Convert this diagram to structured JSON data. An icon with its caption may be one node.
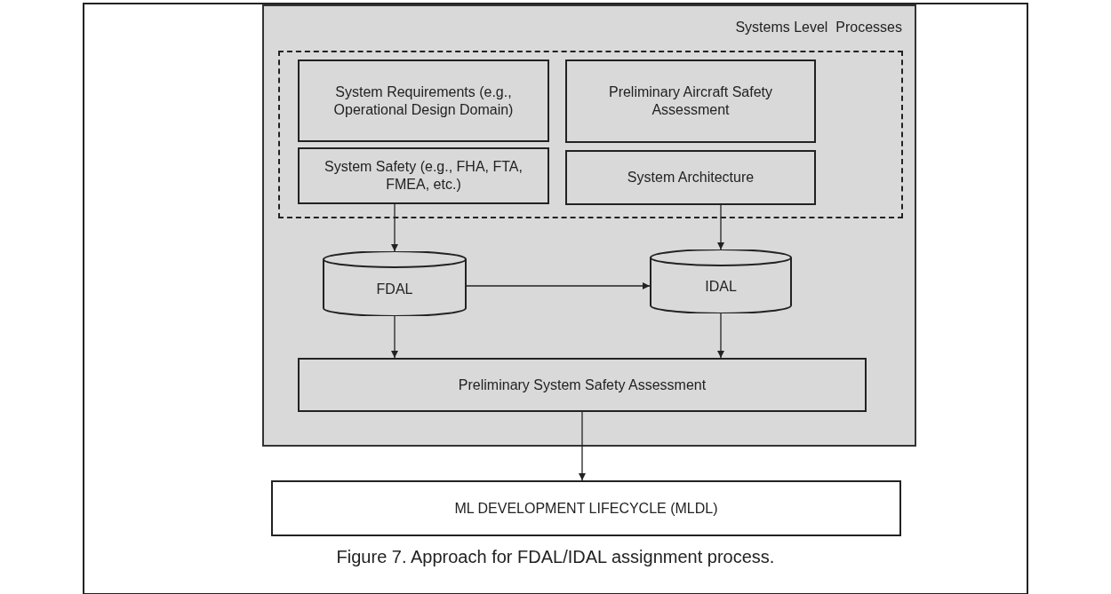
{
  "diagram": {
    "caption": "Figure 7. Approach for FDAL/IDAL assignment process.",
    "nodes": [
      {
        "text": [
          "Systems Level  Processes"
        ]
      },
      {
        "text": [],
        "shape": "box",
        "in": 0
      },
      {
        "text": [
          "System Requirements (e.g., Operational Design Domain)"
        ],
        "in": 1
      },
      {
        "text": [
          "Preliminary Aircraft Safety Assessment"
        ],
        "in": 1
      },
      {
        "text": [
          "System Safety (e.g., FHA, FTA, FMEA, etc.)"
        ],
        "in": 1
      },
      {
        "text": [
          "System Architecture"
        ],
        "in": 1
      },
      {
        "text": [
          "FDAL"
        ],
        "in": 0
      },
      {
        "text": [
          "IDAL"
        ],
        "in": 0
      },
      {
        "text": [
          "Preliminary System Safety Assessment"
        ],
        "in": 0
      },
      {
        "text": [
          "ML DEVELOPMENT LIFECYCLE (MLDL)"
        ]
      }
    ],
    "edges": [
      {
        "from": 4,
        "to": 6,
        "arrow": "to"
      },
      {
        "from": 5,
        "to": 7,
        "arrow": "to"
      },
      {
        "from": 6,
        "to": 7,
        "arrow": "to"
      },
      {
        "from": 6,
        "to": 8,
        "arrow": "to"
      },
      {
        "from": 7,
        "to": 8,
        "arrow": "to"
      },
      {
        "from": 8,
        "to": 9,
        "arrow": "to"
      }
    ]
  }
}
